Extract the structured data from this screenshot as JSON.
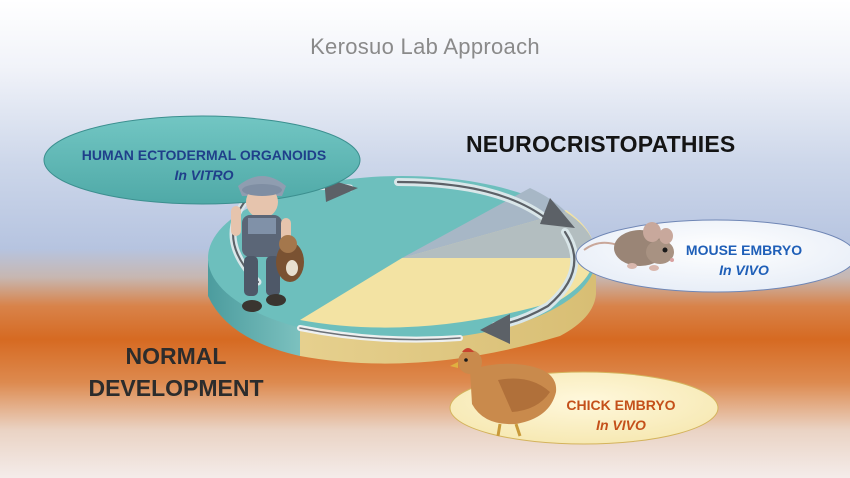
{
  "title": "Kerosuo Lab Approach",
  "labels": {
    "neurocristopathies": "NEUROCRISTOPATHIES",
    "normal_development_line1": "NORMAL",
    "normal_development_line2": "DEVELOPMENT"
  },
  "models": {
    "human": {
      "name": "HUMAN ECTODERMAL ORGANOIDS",
      "mode": "In VITRO"
    },
    "mouse": {
      "name": "MOUSE EMBRYO",
      "mode": "In VIVO"
    },
    "chick": {
      "name": "CHICK EMBRYO",
      "mode": "In VIVO"
    }
  },
  "colors": {
    "teal_slice": "#6dbfbd",
    "yellow_slice": "#f3e3a3",
    "grey_slice": "#a7b7c6",
    "bubble_teal": "#5fbab8",
    "bubble_light": "#f3f6fb",
    "bubble_cream": "#fbf1c6"
  }
}
